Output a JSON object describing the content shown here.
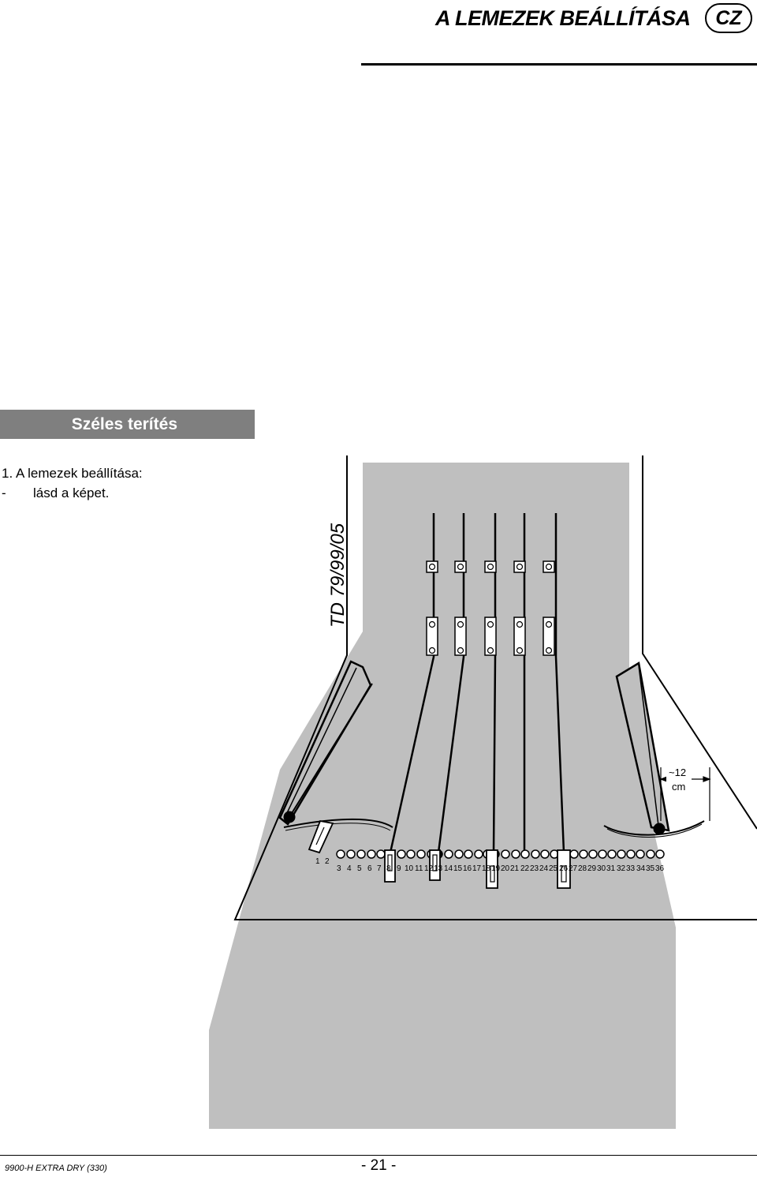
{
  "header": {
    "title": "A LEMEZEK BEÁLLÍTÁSA",
    "lang": "CZ"
  },
  "section": {
    "title": "Széles terítés"
  },
  "steps": [
    {
      "number": "1.",
      "text": "A lemezek beállítása:"
    },
    {
      "bullet": "-",
      "text": "lásd a képet."
    }
  ],
  "diagram": {
    "model": "TD 79/99/05",
    "width_label": "~12",
    "width_unit": "cm",
    "hole_numbers_top": [
      "1",
      "2"
    ],
    "hole_numbers": [
      "3",
      "4",
      "5",
      "6",
      "7",
      "8",
      "9",
      "10",
      "11",
      "12",
      "13",
      "14",
      "15",
      "16",
      "17",
      "18",
      "19",
      "20",
      "21",
      "22",
      "23",
      "24",
      "25",
      "26",
      "27",
      "28",
      "29",
      "30",
      "31",
      "32",
      "33",
      "34",
      "35",
      "36"
    ]
  },
  "footer": {
    "doc": "9900-H EXTRA DRY (330)",
    "page": "- 21 -"
  }
}
